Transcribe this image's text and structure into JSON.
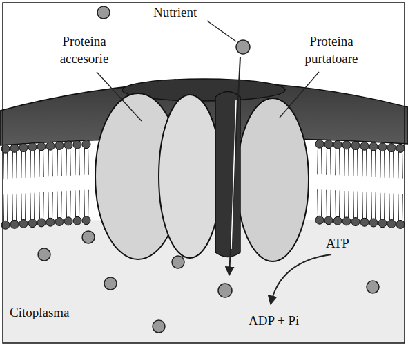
{
  "diagram": {
    "labels": [
      "Nutrient",
      "Proteina accesorie",
      "Proteina purtatoare",
      "ATP",
      "ADP + Pi",
      "Citoplasma"
    ]
  }
}
